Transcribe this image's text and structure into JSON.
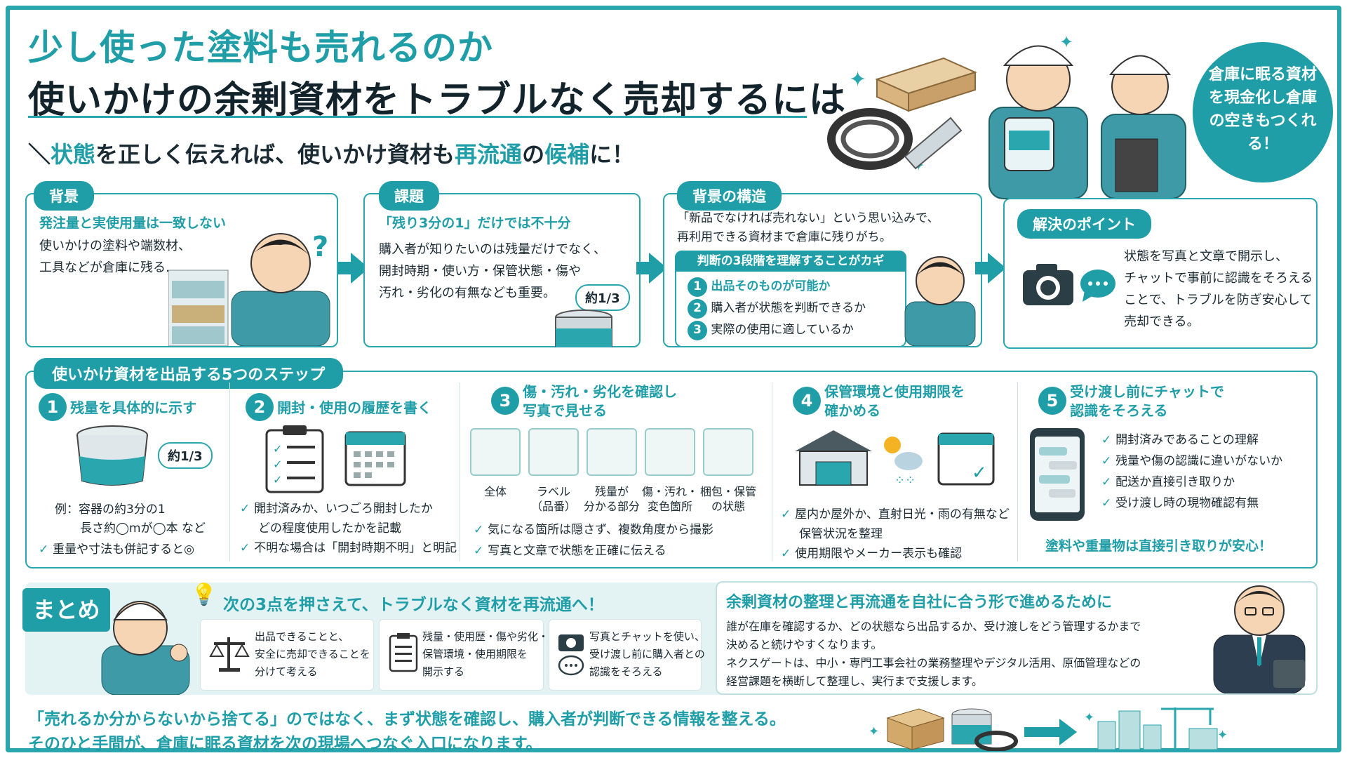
{
  "title": {
    "line1": "少し使った塗料も売れるのか",
    "line2": "使いかけの余剰資材をトラブルなく売却するには"
  },
  "subtitle": {
    "prefix": "＼",
    "part1": "状態",
    "part2": "を正しく伝えれば、使いかけ資材も",
    "part3": "再流通",
    "part4": "の",
    "part5": "候補",
    "part6": "に！"
  },
  "badge": "倉庫に眠る資材を現金化し倉庫の空きもつくれる！",
  "background": {
    "tag": "背景",
    "heading": "発注量と実使用量は一致しない",
    "body1": "使いかけの塗料や端数材、",
    "body2": "工具などが倉庫に残る…"
  },
  "issue": {
    "tag": "課題",
    "heading": "「残り3分の1」だけでは不十分",
    "body1": "購入者が知りたいのは残量だけでなく、",
    "body2": "開封時期・使い方・保管状態・傷や",
    "body3": "汚れ・劣化の有無なども重要。",
    "bubble": "約1/3"
  },
  "structure": {
    "tag": "背景の構造",
    "body1": "「新品でなければ売れない」という思い込みで、",
    "body2": "再利用できる資材まで倉庫に残りがち。",
    "band": "判断の3段階を理解することがカギ",
    "items": [
      {
        "num": "1",
        "text": "出品そのものが可能か"
      },
      {
        "num": "2",
        "text": "購入者が状態を判断できるか"
      },
      {
        "num": "3",
        "text": "実際の使用に適しているか"
      }
    ]
  },
  "solution": {
    "tag": "解決のポイント",
    "body1": "状態を写真と文章で開示し、",
    "body2": "チャットで事前に認識をそろえる",
    "body3": "ことで、トラブルを防ぎ安心して",
    "body4": "売却できる。"
  },
  "steps": {
    "header": "使いかけ資材を出品する5つのステップ",
    "s1": {
      "num": "1",
      "title": "残量を具体的に示す",
      "bubble": "約1/3",
      "ex1": "例：容器の約3分の1",
      "ex2": "長さ約◯mが◯本 など",
      "check": "重量や寸法も併記すると◎"
    },
    "s2": {
      "num": "2",
      "title": "開封・使用の履歴を書く",
      "c1": "開封済みか、いつごろ開封したか",
      "c1b": "どの程度使用したかを記載",
      "c2": "不明な場合は「開封時期不明」と明記"
    },
    "s3": {
      "num": "3",
      "title1": "傷・汚れ・劣化を確認し",
      "title2": "写真で見せる",
      "photos": [
        "全体",
        "ラベル\n（品番）",
        "残量が\n分かる部分",
        "傷・汚れ・\n変色箇所",
        "梱包・保管\nの状態"
      ],
      "c1": "気になる箇所は隠さず、複数角度から撮影",
      "c2": "写真と文章で状態を正確に伝える"
    },
    "s4": {
      "num": "4",
      "title1": "保管環境と使用期限を",
      "title2": "確かめる",
      "c1": "屋内か屋外か、直射日光・雨の有無など",
      "c1b": "保管状況を整理",
      "c2": "使用期限やメーカー表示も確認"
    },
    "s5": {
      "num": "5",
      "title1": "受け渡し前にチャットで",
      "title2": "認識をそろえる",
      "checks": [
        "開封済みであることの理解",
        "残量や傷の認識に違いがないか",
        "配送か直接引き取りか",
        "受け渡し時の現物確認有無"
      ],
      "note": "塗料や重量物は直接引き取りが安心！"
    }
  },
  "summary": {
    "tag": "まとめ",
    "heading": "次の3点を押さえて、トラブルなく資材を再流通へ！",
    "cards": [
      {
        "icon": "scale-icon",
        "l1": "出品できることと、",
        "l2": "安全に売却できることを",
        "l3": "分けて考える"
      },
      {
        "icon": "clipboard-icon",
        "l1": "残量・使用歴・傷や劣化・",
        "l2": "保管環境・使用期限を",
        "l3": "開示する"
      },
      {
        "icon": "camera-chat-icon",
        "l1": "写真とチャットを使い、",
        "l2": "受け渡し前に購入者との",
        "l3": "認識をそろえる"
      }
    ]
  },
  "company": {
    "heading": "余剰資材の整理と再流通を自社に合う形で進めるために",
    "p1": "誰が在庫を確認するか、どの状態なら出品するか、受け渡しをどう管理するかまで",
    "p2": "決めると続けやすくなります。",
    "p3": "ネクスゲートは、中小・専門工事会社の業務整理やデジタル活用、原価管理などの",
    "p4": "経営課題を横断して整理し、実行まで支援します。"
  },
  "footer": {
    "l1": "「売れるか分からないから捨てる」のではなく、まず状態を確認し、購入者が判断できる情報を整える。",
    "l2": "そのひと手間が、倉庫に眠る資材を次の現場へつなぐ入口になります。"
  },
  "colors": {
    "teal": "#1f9ea8",
    "dark": "#13232b"
  }
}
